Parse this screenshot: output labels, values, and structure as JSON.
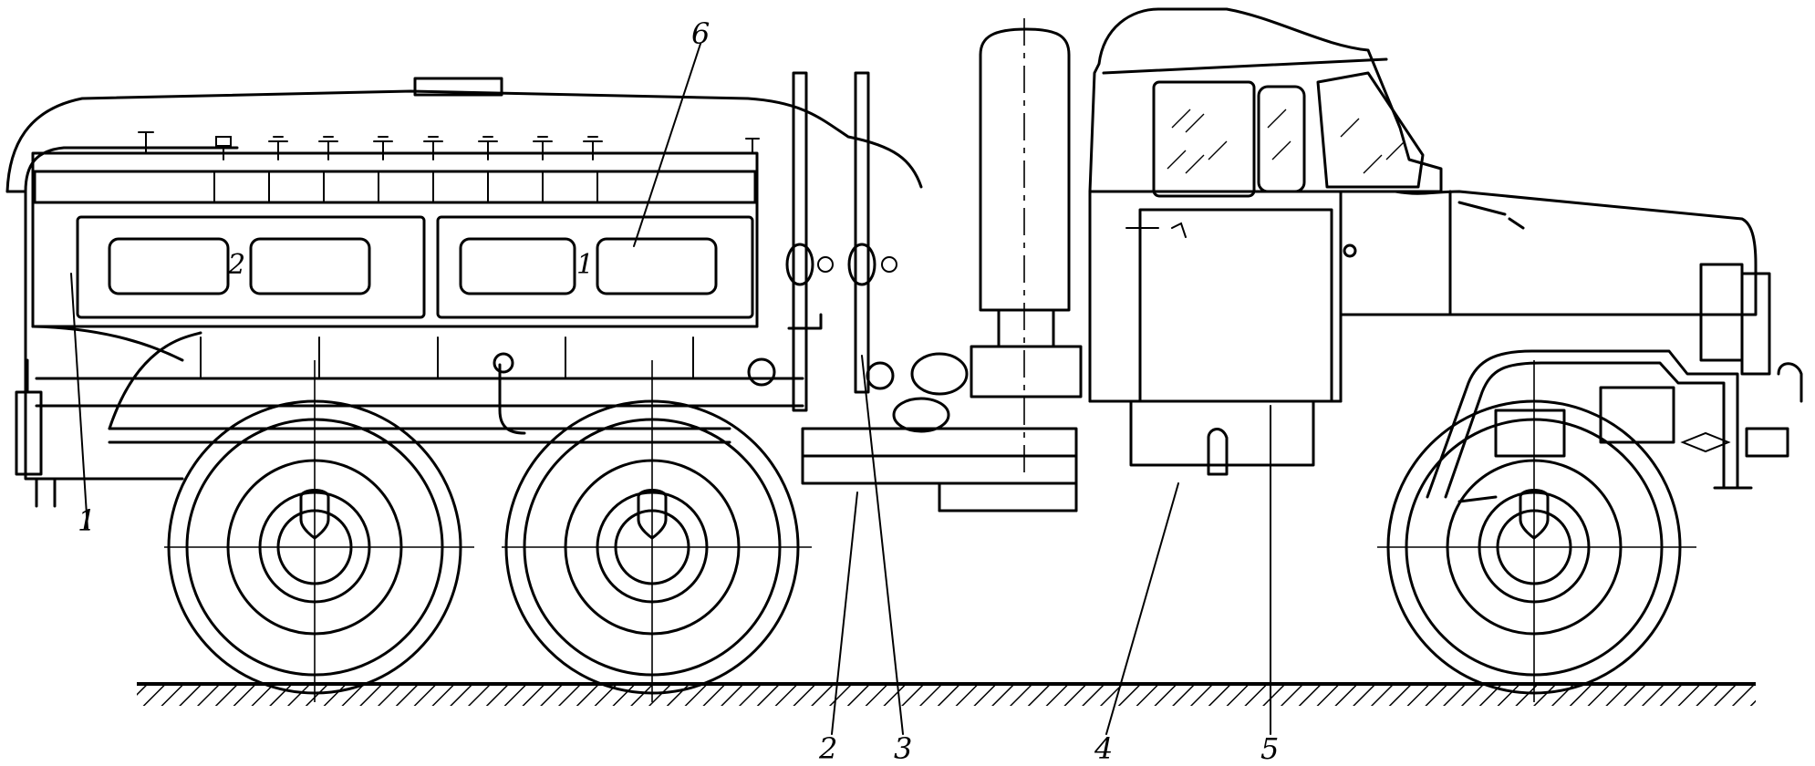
{
  "callouts": [
    {
      "id": "1",
      "text": "1"
    },
    {
      "id": "2",
      "text": "2"
    },
    {
      "id": "3",
      "text": "3"
    },
    {
      "id": "4",
      "text": "4"
    },
    {
      "id": "5",
      "text": "5"
    },
    {
      "id": "6",
      "text": "6"
    }
  ],
  "body_labels": {
    "compartment_2": "2",
    "compartment_1": "1"
  }
}
